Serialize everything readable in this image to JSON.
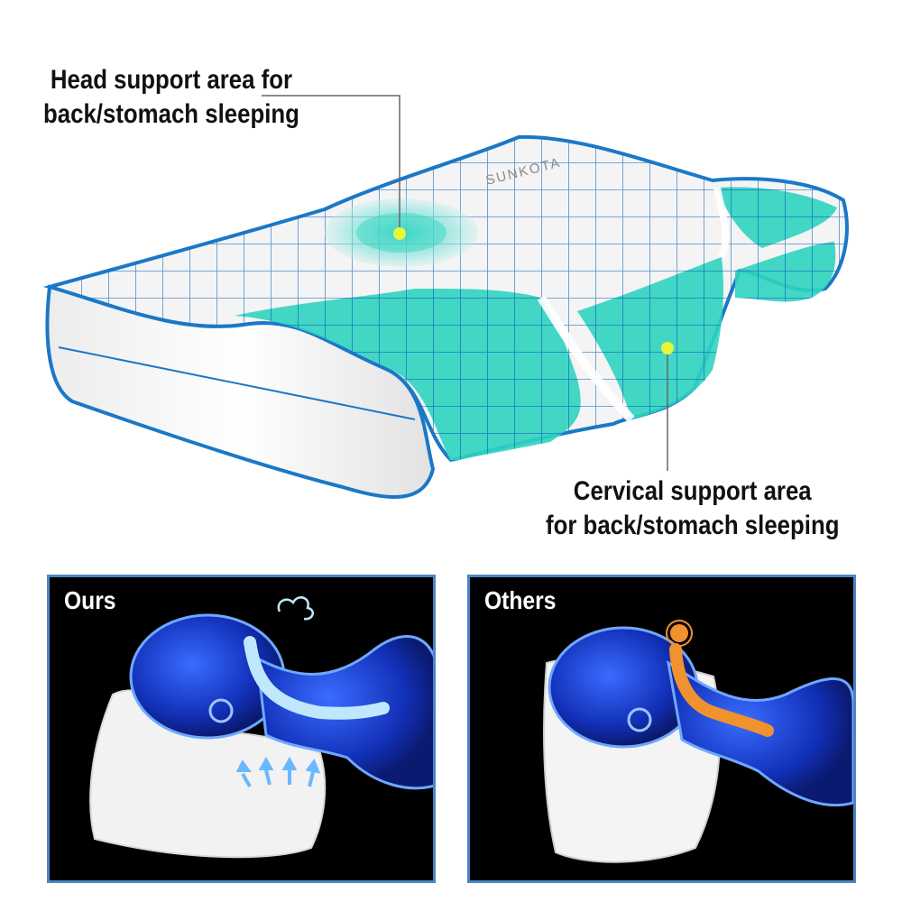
{
  "callouts": {
    "head_support": {
      "line1": "Head support area for",
      "line2": "back/stomach sleeping"
    },
    "cervical_support": {
      "line1": "Cervical support area",
      "line2": "for back/stomach sleeping"
    }
  },
  "pillow_brand": "SUNKOTA",
  "panels": {
    "ours": {
      "title": "Ours"
    },
    "others": {
      "title": "Others"
    }
  },
  "colors": {
    "outline_blue": "#1a78c8",
    "support_teal": "#2fd4c0",
    "marker_yellow": "#e8f53a",
    "panel_border": "#4a86c6",
    "airway_light": "#bfe8ff",
    "airway_blocked": "#f0922e"
  }
}
